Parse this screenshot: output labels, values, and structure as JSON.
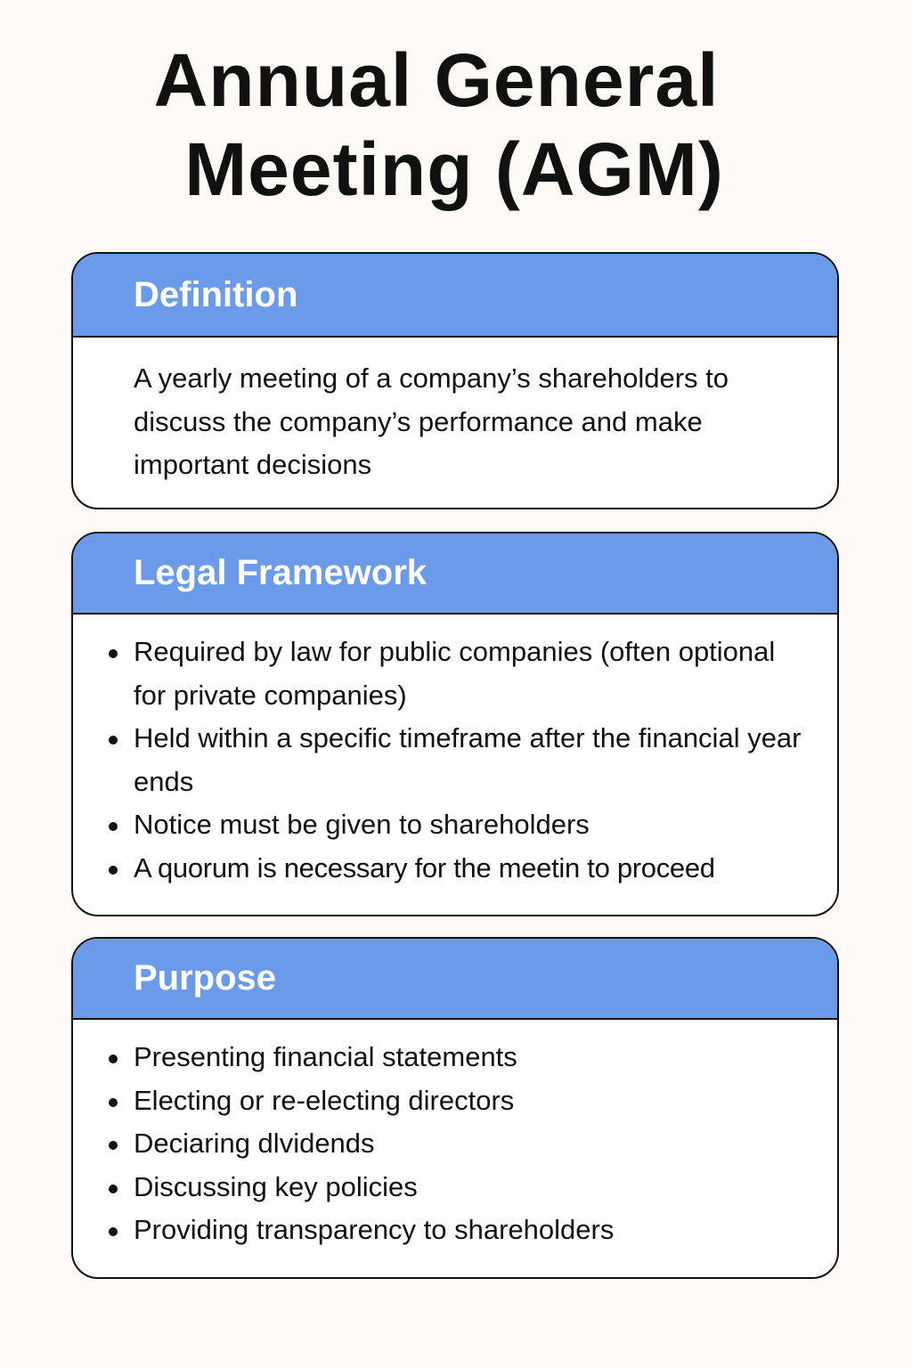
{
  "title": {
    "line1": "Annual General",
    "line2": "Meeting (AGM)"
  },
  "colors": {
    "header": "#6b9be8",
    "background": "#fdf9f4"
  },
  "sections": {
    "definition": {
      "heading": "Definition",
      "text": "A yearly meeting of a company’s shareholders to discuss the company’s performance and make important decisions"
    },
    "legal": {
      "heading": "Legal Framework",
      "items": [
        "Required by law for public companies (often optional for private companies)",
        "Held within a specific timeframe after the financial year ends",
        "Notice must be given to shareholders",
        "A quorum is necessary for the meetin to proceed"
      ]
    },
    "purpose": {
      "heading": "Purpose",
      "items": [
        "Presenting financial statements",
        "Electing or re-electing directors",
        "Deciaring dlvidends",
        "Discussing key policies",
        "Providing transparency to shareholders"
      ]
    }
  }
}
